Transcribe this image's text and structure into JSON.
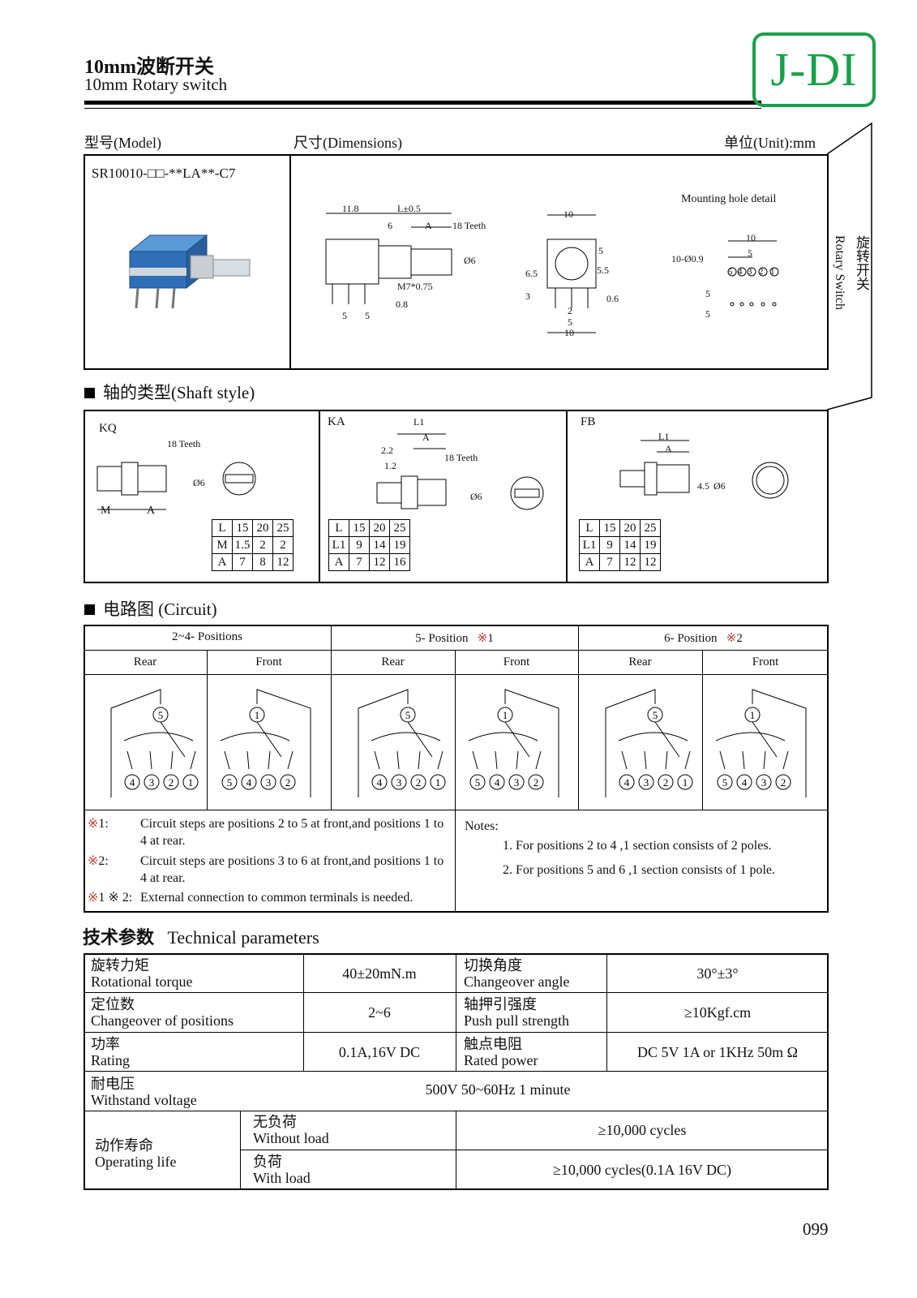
{
  "header": {
    "title_cn": "10mm波断开关",
    "title_en": "10mm  Rotary switch",
    "logo": "J-DI"
  },
  "top_labels": {
    "model": "型号(Model)",
    "dimensions": "尺寸(Dimensions)",
    "unit": "单位(Unit):mm"
  },
  "model_number": "SR10010-□□-**LA**-C7",
  "side_tab": {
    "cn": "旋转开关",
    "en": "Rotary Switch"
  },
  "dimensions": {
    "mounting_hole_label": "Mounting  hole  detail",
    "labels": [
      "11.8",
      "L±0.5",
      "6",
      "A",
      "18 Teeth",
      "Ø6",
      "M7*0.75",
      "0.8",
      "5",
      "5",
      "10",
      "6.5",
      "3",
      "5",
      "5.5",
      "0.6",
      "2",
      "5",
      "10",
      "10-Ø0.9",
      "10",
      "5",
      "5",
      "5"
    ],
    "pins": [
      "5",
      "4",
      "3",
      "2",
      "1"
    ]
  },
  "shaft_section": {
    "title": "轴的类型(Shaft style)",
    "styles": [
      {
        "name": "KQ",
        "teeth": "18 Teeth",
        "m_label": "M",
        "a_label": "A",
        "dia": "Ø6",
        "table": [
          [
            "L",
            "15",
            "20",
            "25"
          ],
          [
            "M",
            "1.5",
            "2",
            "2"
          ],
          [
            "A",
            "7",
            "8",
            "12"
          ]
        ]
      },
      {
        "name": "KA",
        "l1": "L1",
        "a_label": "A",
        "dims": [
          "2.2",
          "1.2"
        ],
        "teeth": "18 Teeth",
        "dia": "Ø6",
        "table": [
          [
            "L",
            "15",
            "20",
            "25"
          ],
          [
            "L1",
            "9",
            "14",
            "19"
          ],
          [
            "A",
            "7",
            "12",
            "16"
          ]
        ]
      },
      {
        "name": "FB",
        "l1": "L1",
        "a_label": "A",
        "dims": [
          "4.5"
        ],
        "dia": "Ø6",
        "table": [
          [
            "L",
            "15",
            "20",
            "25"
          ],
          [
            "L1",
            "9",
            "14",
            "19"
          ],
          [
            "A",
            "7",
            "12",
            "12"
          ]
        ]
      }
    ]
  },
  "circuit_section": {
    "title": "电路图 (Circuit)",
    "groups": [
      {
        "label": "2~4- Positions",
        "note": ""
      },
      {
        "label": "5- Position",
        "note": "1"
      },
      {
        "label": "6- Position",
        "note": "2"
      }
    ],
    "sides": [
      "Rear",
      "Front",
      "Rear",
      "Front",
      "Rear",
      "Front"
    ],
    "diagrams": [
      {
        "top": "5",
        "bottom": [
          "4",
          "3",
          "2",
          "1"
        ]
      },
      {
        "top": "1",
        "bottom": [
          "5",
          "4",
          "3",
          "2"
        ]
      },
      {
        "top": "5",
        "bottom": [
          "4",
          "3",
          "2",
          "1"
        ]
      },
      {
        "top": "1",
        "bottom": [
          "5",
          "4",
          "3",
          "2"
        ]
      },
      {
        "top": "5",
        "bottom": [
          "4",
          "3",
          "2",
          "1"
        ]
      },
      {
        "top": "1",
        "bottom": [
          "5",
          "4",
          "3",
          "2"
        ]
      }
    ],
    "footnotes": [
      {
        "mark": "1:",
        "text": "Circuit steps are positions 2 to 5 at front,and positions 1 to 4 at rear."
      },
      {
        "mark": "2:",
        "text": "Circuit steps are positions 3 to 6 at front,and positions 1 to 4 at rear."
      },
      {
        "mark": "1 ※ 2:",
        "text": "External connection to common terminals is needed."
      }
    ],
    "notes_title": "Notes:",
    "notes": [
      "1. For positions 2 to 4 ,1 section consists of 2 poles.",
      "2. For positions 5 and 6 ,1 section consists of 1 pole."
    ]
  },
  "tech_section": {
    "title_cn": "技术参数",
    "title_en": "Technical parameters",
    "rows": [
      {
        "l_cn": "旋转力矩",
        "l_en": "Rotational torque",
        "l_val": "40±20mN.m",
        "r_cn": "切换角度",
        "r_en": "Changeover  angle",
        "r_val": "30°±3°"
      },
      {
        "l_cn": "定位数",
        "l_en": "Changeover  of  positions",
        "l_val": "2~6",
        "r_cn": "轴押引强度",
        "r_en": "Push  pull  strength",
        "r_val": "≥10Kgf.cm"
      },
      {
        "l_cn": "功率",
        "l_en": "Rating",
        "l_val": "0.1A,16V DC",
        "r_cn": "触点电阻",
        "r_en": "Rated power",
        "r_val": "DC 5V 1A or 1KHz 50m Ω"
      }
    ],
    "withstand": {
      "cn": "耐电压",
      "en": "Withstand voltage",
      "val": "500V 50~60Hz 1 minute"
    },
    "life": {
      "cn": "动作寿命",
      "en": "Operating  life",
      "rows": [
        {
          "cn": "无负荷",
          "en": "Without  load",
          "val": "≥10,000 cycles"
        },
        {
          "cn": "负荷",
          "en": "With  load",
          "val": "≥10,000 cycles(0.1A 16V DC)"
        }
      ]
    }
  },
  "page_number": "099"
}
